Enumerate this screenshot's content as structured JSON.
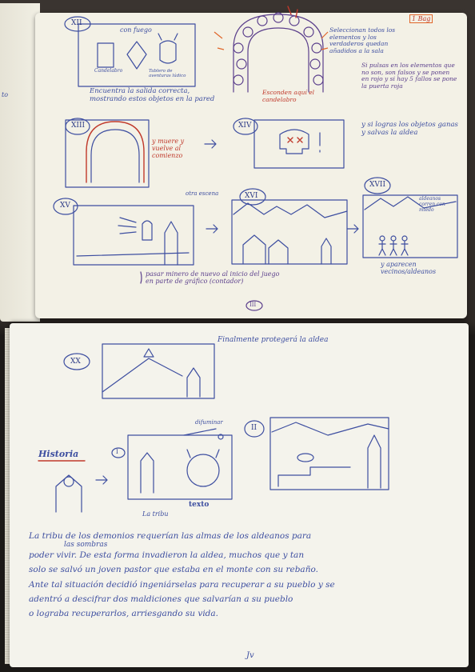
{
  "top_page": {
    "panel_xii_label": "XII",
    "panel_xii_caption_top": "con fuego",
    "panel_xii_left_caption": "Candelabro",
    "panel_xii_right_caption": "Tablero de aventuras lúdico",
    "panel_xii_note": "Encuentra la salida correcta, mostrando estos objetos en la pared",
    "arch_notes": "Seleccionan todos los elementos y los verdaderos quedan añadidos a la sala",
    "arch_red_note": "Esconden aquí el candelabro",
    "right_note": "Si pulsas en los elementos que no son, son falsos y se ponen en rojo y si hay 5 fallos se pone la puerta roja",
    "corner_red": "1 Bag",
    "panel_xiii_label": "XIII",
    "panel_xiii_note": "y muere y vuelve al comienzo",
    "panel_xiv_label": "XIV",
    "panel_xiv_note": "y si logras los objetos ganas y salvas la aldea",
    "panel_xv_label": "XV",
    "panel_xvi_label": "XVI",
    "panel_xvii_label": "XVII",
    "between_xv_xvi": "otra escena",
    "xvii_note": "aldeanos corren con miedo",
    "xvii_bottom": "y aparecen vecinos/aldeanos",
    "bottom_note": "pasar minero de nuevo al inicio del juego en parte de gráfico (contador)",
    "bottom_roman": "III"
  },
  "bottom_page": {
    "panel_xx_label": "XX",
    "panel_xx_note": "Finalmente protegerá la aldea",
    "historia_label": "Historia",
    "panel_i_label": "I",
    "panel_i_caption_left": "La tribu",
    "panel_i_caption_right": "texto",
    "panel_i_arrow_note": "difuminar",
    "panel_ii_label": "II",
    "paragraph_lines": [
      "La tribu de los demonios requerían las almas de los aldeanos para",
      "las sombras",
      "poder vivir. De esta forma invadieron la aldea, muchos que y tan",
      "solo se salvó un joven pastor que estaba en el monte con su rebaño.",
      "Ante tal situación decidió ingeniárselas para recuperar a su pueblo y se",
      "adentró a descifrar dos maldiciones que salvarían a su pueblo",
      "o lograba recuperarlos, arriesgando su vida."
    ],
    "page_number": "Jv"
  }
}
